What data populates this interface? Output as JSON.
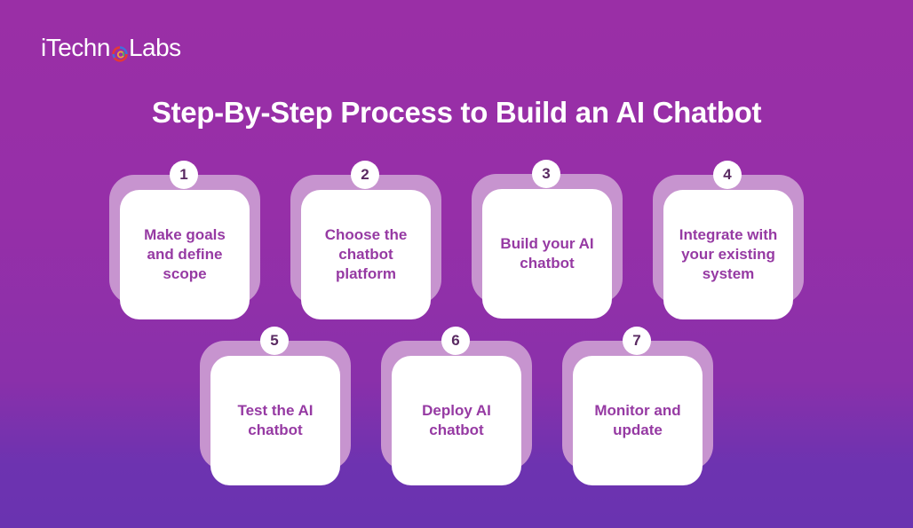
{
  "brand": {
    "name_left": "iTechn",
    "name_right": "Labs",
    "logo_icon": "ring-logo-icon"
  },
  "title": "Step-By-Step Process to Build an AI Chatbot",
  "colors": {
    "text_accent": "#963aa3",
    "back_card": "#c794cf",
    "bg_top": "#9a2fa6",
    "bg_bottom": "#6a33b0"
  },
  "steps": [
    {
      "number": "1",
      "label": "Make goals and define scope"
    },
    {
      "number": "2",
      "label": "Choose the chatbot platform"
    },
    {
      "number": "3",
      "label": "Build your AI chatbot"
    },
    {
      "number": "4",
      "label": "Integrate with your existing system"
    },
    {
      "number": "5",
      "label": "Test the AI chatbot"
    },
    {
      "number": "6",
      "label": "Deploy AI chatbot"
    },
    {
      "number": "7",
      "label": "Monitor and update"
    }
  ]
}
